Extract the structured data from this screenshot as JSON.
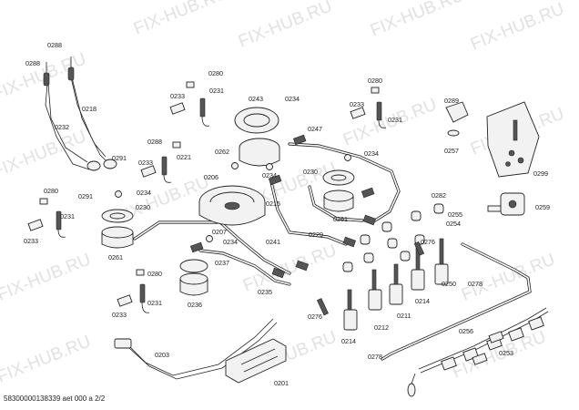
{
  "watermark": "FIX-HUB.RU",
  "footer_text": "58300000138339 aet 000 a 2/2",
  "labels": {
    "l0288a": "0288",
    "l0288b": "0288",
    "l0280a": "0280",
    "l0231a": "0231",
    "l0233a": "0233",
    "l0218": "0218",
    "l0232": "0232",
    "l0291a": "0291",
    "l0291b": "0291",
    "l0280b": "0280",
    "l0231b": "0231",
    "l0233b": "0233",
    "l0288c": "0288",
    "l0233c": "0233",
    "l0221": "0221",
    "l0234a": "0234",
    "l0230a": "0230",
    "l0261a": "0261",
    "l0243": "0243",
    "l0234b": "0234",
    "l0262": "0262",
    "l0206": "0206",
    "l0234c": "0234",
    "l0215": "0215",
    "l0207": "0207",
    "l0234d": "0234",
    "l0241": "0241",
    "l0237": "0237",
    "l0280c": "0280",
    "l0231c": "0231",
    "l0233d": "0233",
    "l0236": "0236",
    "l0235": "0235",
    "l0247": "0247",
    "l0234e": "0234",
    "l0230b": "0230",
    "l0261b": "0261",
    "l0229": "0229",
    "l0280d": "0280",
    "l0233e": "0233",
    "l0231d": "0231",
    "l0289": "0289",
    "l0257": "0257",
    "l0299": "0299",
    "l0282": "0282",
    "l0255": "0255",
    "l0254": "0254",
    "l0259": "0259",
    "l0276a": "0276",
    "l0250": "0250",
    "l0278a": "0278",
    "l0214a": "0214",
    "l0276b": "0276",
    "l0211": "0211",
    "l0212": "0212",
    "l0214b": "0214",
    "l0256": "0256",
    "l0253": "0253",
    "l0278b": "0278",
    "l0203": "0203",
    "l0201": "0201"
  }
}
